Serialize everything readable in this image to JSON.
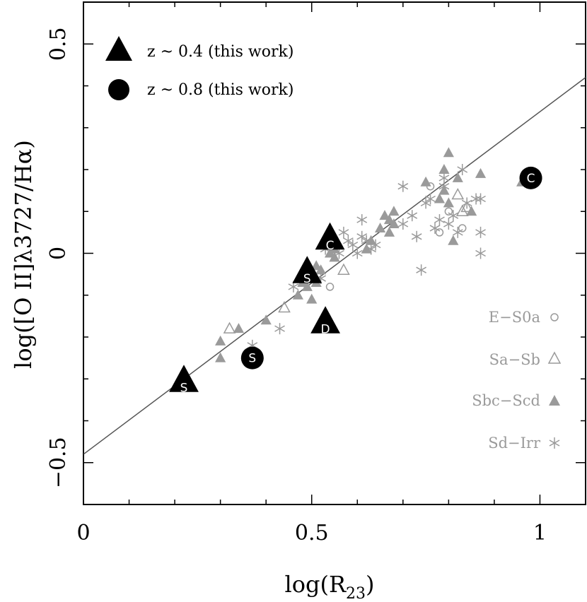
{
  "chart_data": {
    "type": "scatter",
    "xlabel": "log(R",
    "xlabel_sub": "23",
    "xlabel_close": ")",
    "ylabel": "log([O II]λ3727/Hα)",
    "xlim": [
      0,
      1.1
    ],
    "ylim": [
      -0.6,
      0.6
    ],
    "x_ticks": [
      0,
      0.5,
      1
    ],
    "x_tick_labels": [
      "0",
      "0.5",
      "1"
    ],
    "y_ticks": [
      -0.5,
      0,
      0.5
    ],
    "y_tick_labels": [
      "−0.5",
      "0",
      "0.5"
    ],
    "grid": false,
    "fit_line": {
      "x": [
        0,
        1.1
      ],
      "y": [
        -0.48,
        0.42
      ]
    },
    "legend_top": [
      {
        "marker": "triangle",
        "label": "z ~ 0.4 (this work)"
      },
      {
        "marker": "circle",
        "label": "z ~ 0.8 (this work)"
      }
    ],
    "legend_bottom_right": [
      {
        "marker": "open-circle",
        "label": "E−S0a"
      },
      {
        "marker": "open-triangle",
        "label": "Sa−Sb"
      },
      {
        "marker": "filled-triangle",
        "label": "Sbc−Scd"
      },
      {
        "marker": "asterisk",
        "label": "Sd−Irr"
      }
    ],
    "series": [
      {
        "name": "z ~ 0.4 (this work)",
        "marker": "triangle",
        "color": "#000000",
        "points": [
          {
            "x": 0.22,
            "y": -0.3,
            "label": "S"
          },
          {
            "x": 0.49,
            "y": -0.04,
            "label": "S"
          },
          {
            "x": 0.54,
            "y": 0.04,
            "label": "C"
          },
          {
            "x": 0.53,
            "y": -0.16,
            "label": "D"
          }
        ]
      },
      {
        "name": "z ~ 0.8 (this work)",
        "marker": "circle",
        "color": "#000000",
        "points": [
          {
            "x": 0.37,
            "y": -0.25,
            "label": "S"
          },
          {
            "x": 0.98,
            "y": 0.18,
            "label": "C"
          }
        ]
      },
      {
        "name": "E−S0a",
        "marker": "open-circle",
        "color": "#9a9a9a",
        "points": [
          {
            "x": 0.54,
            "y": -0.08
          },
          {
            "x": 0.76,
            "y": 0.16
          },
          {
            "x": 0.78,
            "y": 0.05
          },
          {
            "x": 0.8,
            "y": 0.1
          },
          {
            "x": 0.83,
            "y": 0.06
          }
        ]
      },
      {
        "name": "Sa−Sb",
        "marker": "open-triangle",
        "color": "#9a9a9a",
        "points": [
          {
            "x": 0.32,
            "y": -0.18
          },
          {
            "x": 0.44,
            "y": -0.13
          },
          {
            "x": 0.57,
            "y": -0.04
          },
          {
            "x": 0.82,
            "y": 0.14
          },
          {
            "x": 0.83,
            "y": 0.1
          },
          {
            "x": 0.84,
            "y": 0.11
          }
        ]
      },
      {
        "name": "Sbc−Scd",
        "marker": "filled-triangle",
        "color": "#9a9a9a",
        "points": [
          {
            "x": 0.3,
            "y": -0.21
          },
          {
            "x": 0.3,
            "y": -0.25
          },
          {
            "x": 0.34,
            "y": -0.18
          },
          {
            "x": 0.4,
            "y": -0.16
          },
          {
            "x": 0.47,
            "y": -0.1
          },
          {
            "x": 0.48,
            "y": -0.07
          },
          {
            "x": 0.49,
            "y": -0.08
          },
          {
            "x": 0.5,
            "y": -0.11
          },
          {
            "x": 0.51,
            "y": -0.07
          },
          {
            "x": 0.51,
            "y": -0.03
          },
          {
            "x": 0.52,
            "y": -0.04
          },
          {
            "x": 0.54,
            "y": 0.0
          },
          {
            "x": 0.55,
            "y": -0.01
          },
          {
            "x": 0.55,
            "y": 0.01
          },
          {
            "x": 0.62,
            "y": 0.01
          },
          {
            "x": 0.63,
            "y": 0.03
          },
          {
            "x": 0.65,
            "y": 0.06
          },
          {
            "x": 0.66,
            "y": 0.09
          },
          {
            "x": 0.67,
            "y": 0.05
          },
          {
            "x": 0.68,
            "y": 0.07
          },
          {
            "x": 0.68,
            "y": 0.1
          },
          {
            "x": 0.67,
            "y": 0.08
          },
          {
            "x": 0.75,
            "y": 0.17
          },
          {
            "x": 0.78,
            "y": 0.13
          },
          {
            "x": 0.79,
            "y": 0.2
          },
          {
            "x": 0.79,
            "y": 0.15
          },
          {
            "x": 0.8,
            "y": 0.12
          },
          {
            "x": 0.8,
            "y": 0.24
          },
          {
            "x": 0.81,
            "y": 0.03
          },
          {
            "x": 0.82,
            "y": 0.18
          },
          {
            "x": 0.85,
            "y": 0.1
          },
          {
            "x": 0.87,
            "y": 0.19
          },
          {
            "x": 0.96,
            "y": 0.17
          }
        ]
      },
      {
        "name": "Sd−Irr",
        "marker": "asterisk",
        "color": "#9a9a9a",
        "points": [
          {
            "x": 0.37,
            "y": -0.22
          },
          {
            "x": 0.43,
            "y": -0.18
          },
          {
            "x": 0.46,
            "y": -0.08
          },
          {
            "x": 0.52,
            "y": -0.06
          },
          {
            "x": 0.53,
            "y": 0.01
          },
          {
            "x": 0.56,
            "y": 0.0
          },
          {
            "x": 0.57,
            "y": 0.05
          },
          {
            "x": 0.58,
            "y": 0.03
          },
          {
            "x": 0.59,
            "y": 0.02
          },
          {
            "x": 0.6,
            "y": 0.0
          },
          {
            "x": 0.61,
            "y": 0.08
          },
          {
            "x": 0.61,
            "y": 0.04
          },
          {
            "x": 0.62,
            "y": 0.03
          },
          {
            "x": 0.63,
            "y": 0.01
          },
          {
            "x": 0.64,
            "y": 0.02
          },
          {
            "x": 0.7,
            "y": 0.16
          },
          {
            "x": 0.7,
            "y": 0.07
          },
          {
            "x": 0.72,
            "y": 0.09
          },
          {
            "x": 0.73,
            "y": 0.04
          },
          {
            "x": 0.74,
            "y": -0.04
          },
          {
            "x": 0.75,
            "y": 0.12
          },
          {
            "x": 0.76,
            "y": 0.13
          },
          {
            "x": 0.77,
            "y": 0.06
          },
          {
            "x": 0.78,
            "y": 0.08
          },
          {
            "x": 0.79,
            "y": 0.16
          },
          {
            "x": 0.79,
            "y": 0.18
          },
          {
            "x": 0.8,
            "y": 0.07
          },
          {
            "x": 0.81,
            "y": 0.09
          },
          {
            "x": 0.82,
            "y": 0.05
          },
          {
            "x": 0.83,
            "y": 0.2
          },
          {
            "x": 0.84,
            "y": 0.12
          },
          {
            "x": 0.86,
            "y": 0.13
          },
          {
            "x": 0.87,
            "y": 0.13
          },
          {
            "x": 0.87,
            "y": 0.05
          },
          {
            "x": 0.87,
            "y": 0.0
          }
        ]
      }
    ]
  }
}
